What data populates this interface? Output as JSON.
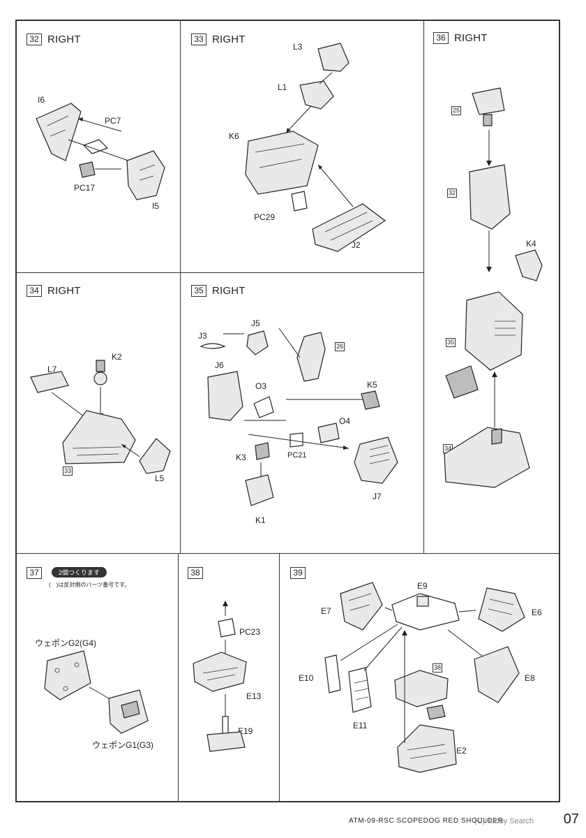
{
  "steps": {
    "s32": {
      "num": "32",
      "title": "RIGHT",
      "parts": [
        "I6",
        "PC7",
        "PC17",
        "I5"
      ]
    },
    "s33": {
      "num": "33",
      "title": "RIGHT",
      "parts": [
        "L3",
        "L1",
        "K6",
        "PC29",
        "J2"
      ]
    },
    "s36": {
      "num": "36",
      "title": "RIGHT",
      "parts": [
        "K4"
      ],
      "refs": [
        "25",
        "32",
        "35",
        "34"
      ]
    },
    "s34": {
      "num": "34",
      "title": "RIGHT",
      "parts": [
        "K2",
        "L7",
        "L5"
      ],
      "refs": [
        "33"
      ]
    },
    "s35": {
      "num": "35",
      "title": "RIGHT",
      "parts": [
        "J3",
        "J5",
        "J6",
        "O3",
        "K5",
        "O4",
        "K3",
        "PC21",
        "J7",
        "K1"
      ],
      "refs": [
        "26"
      ]
    },
    "s37": {
      "num": "37",
      "pill": "2個つくります",
      "note": "(　)は反対側のパーツ番号です。",
      "parts": [
        "ウェポンG2(G4)",
        "ウェポンG1(G3)"
      ]
    },
    "s38": {
      "num": "38",
      "parts": [
        "PC23",
        "E13",
        "E19"
      ]
    },
    "s39": {
      "num": "39",
      "parts": [
        "E9",
        "E7",
        "E6",
        "E10",
        "E8",
        "E11",
        "E2"
      ],
      "refs": [
        "38"
      ]
    }
  },
  "footer": {
    "text": "ATM-09-RSC SCOPEDOG RED SHOULDER",
    "watermark": "(C)Hobby Search",
    "page": "07"
  },
  "colors": {
    "line": "#222222",
    "fill_light": "#e9e9e9",
    "fill_dark": "#bdbdbd"
  }
}
